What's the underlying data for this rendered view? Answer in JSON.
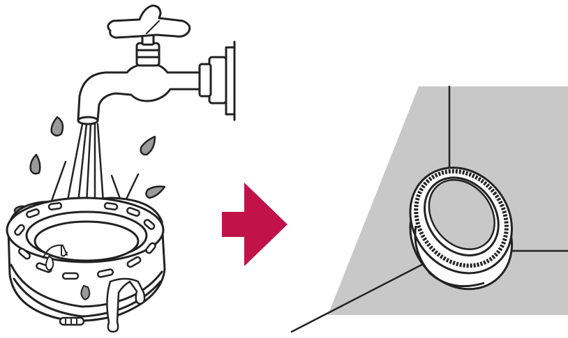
{
  "colors": {
    "background": "#ffffff",
    "line": "#222222",
    "wall_fill": "#c8c8c8",
    "arrow_fill": "#c1134a",
    "droplet_fill": "#9a9a9a",
    "water_fill": "#ffffff"
  },
  "panels": [
    {
      "id": "rinse",
      "icon": "faucet-rinsing-filter-icon"
    },
    {
      "id": "arrow",
      "icon": "arrow-right-icon"
    },
    {
      "id": "install",
      "icon": "filter-installed-in-wall-corner-icon"
    }
  ]
}
